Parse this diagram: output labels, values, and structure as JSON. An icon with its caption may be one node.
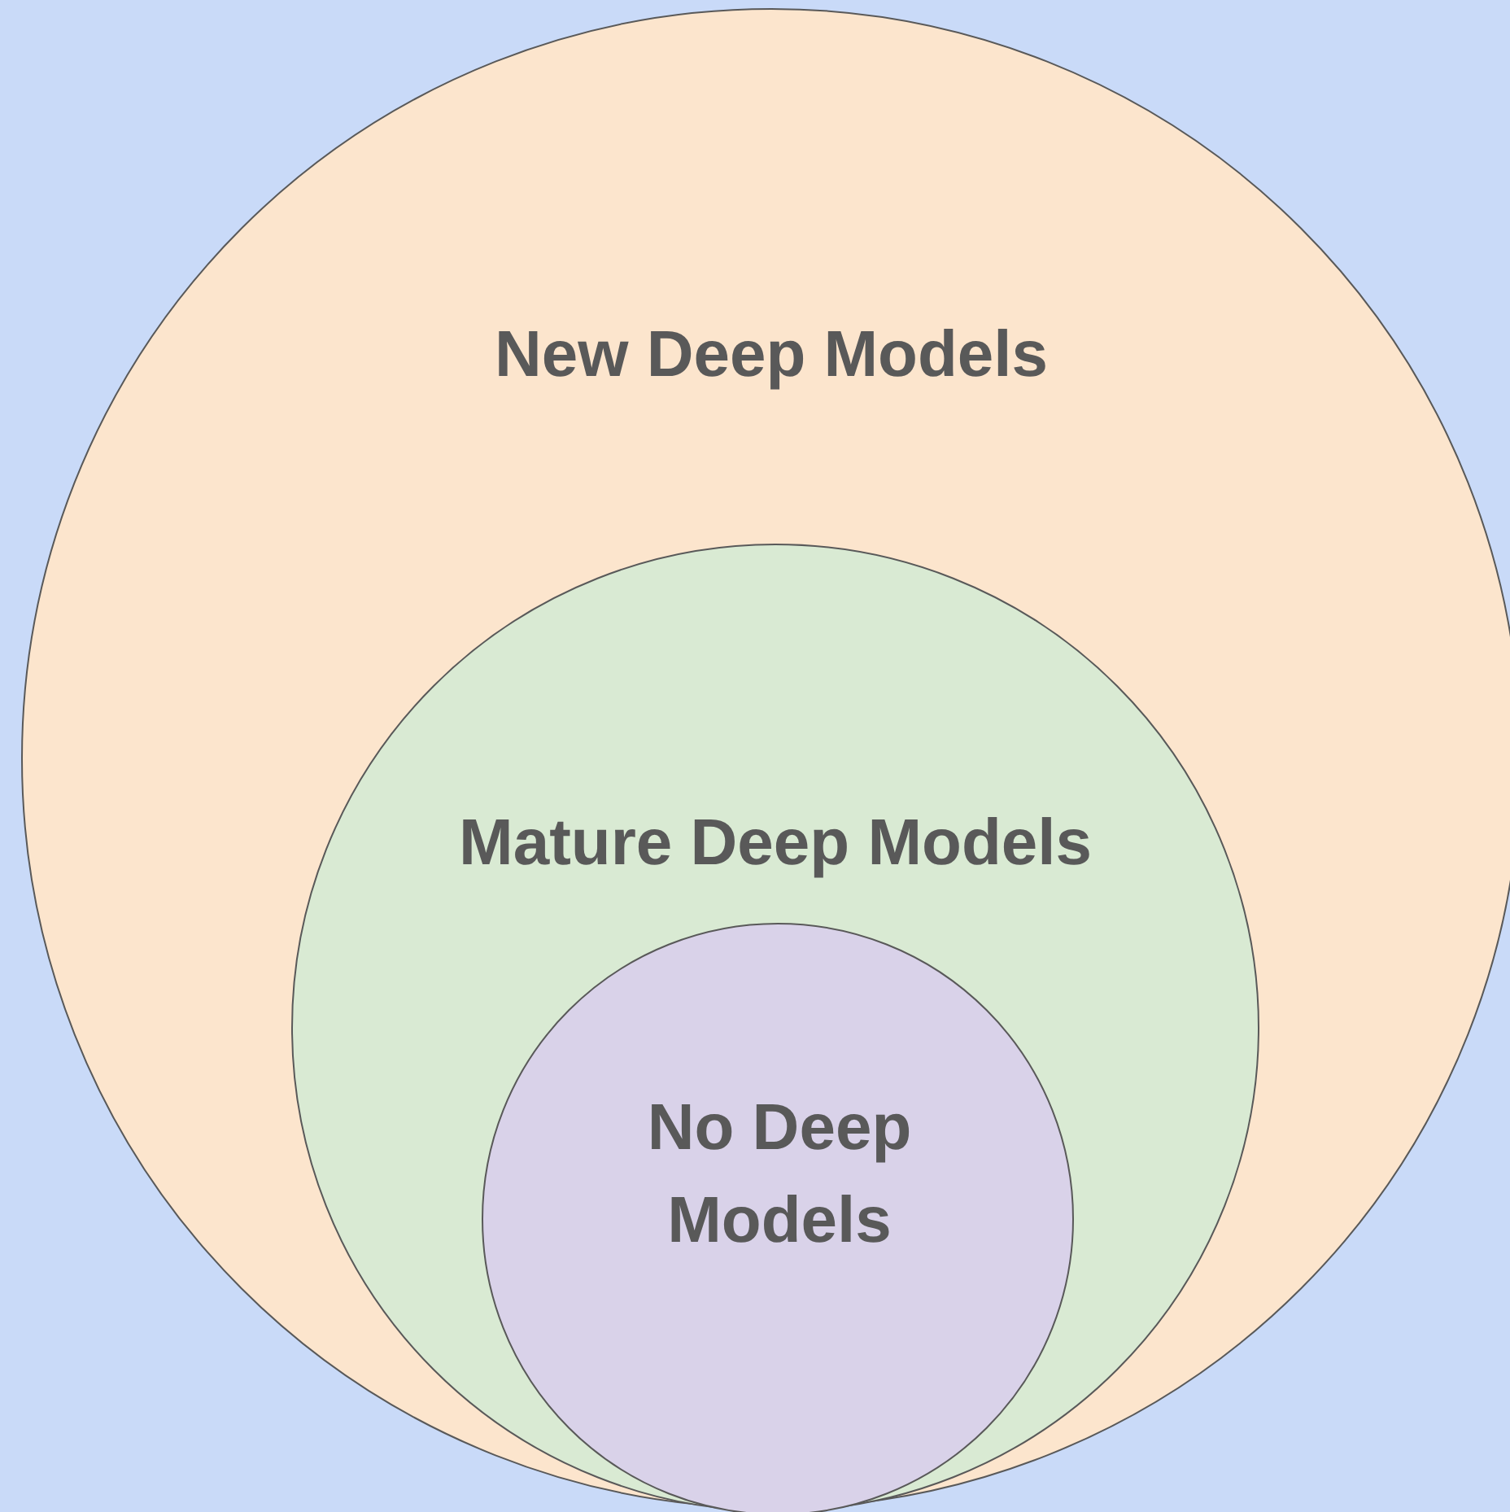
{
  "diagram": {
    "nodes": [
      {
        "text": [
          "New Deep Models"
        ]
      },
      {
        "text": [
          "Mature Deep Models"
        ],
        "in": 0
      },
      {
        "text": [
          "No Deep Models"
        ],
        "in": 1
      }
    ]
  }
}
